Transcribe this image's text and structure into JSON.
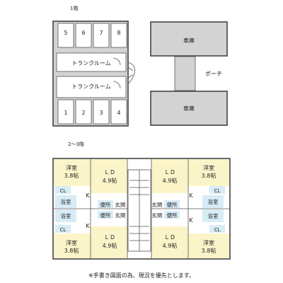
{
  "floor1": {
    "heading": "1階",
    "lockers_top": [
      "5",
      "6",
      "7",
      "8"
    ],
    "lockers_bottom": [
      "1",
      "2",
      "3",
      "4"
    ],
    "trunk_room": "トランクルーム",
    "garage": "車庫",
    "porch": "ポーチ"
  },
  "floor23": {
    "heading": "2〜3階",
    "western_room": "洋室",
    "western_size": "3.8帖",
    "ld": "ＬＤ",
    "ld_size": "4.9帖",
    "kitchen": "K",
    "bath": "浴室",
    "toilet": "便所",
    "entrance": "玄関",
    "closet": "CL"
  },
  "footnote": "※手書き図面の為、現況を優先とします。",
  "colors": {
    "grey_fill": "#d3d3d3",
    "room_fill": "#fbf4c9",
    "wet_fill": "#d7ecf6"
  }
}
